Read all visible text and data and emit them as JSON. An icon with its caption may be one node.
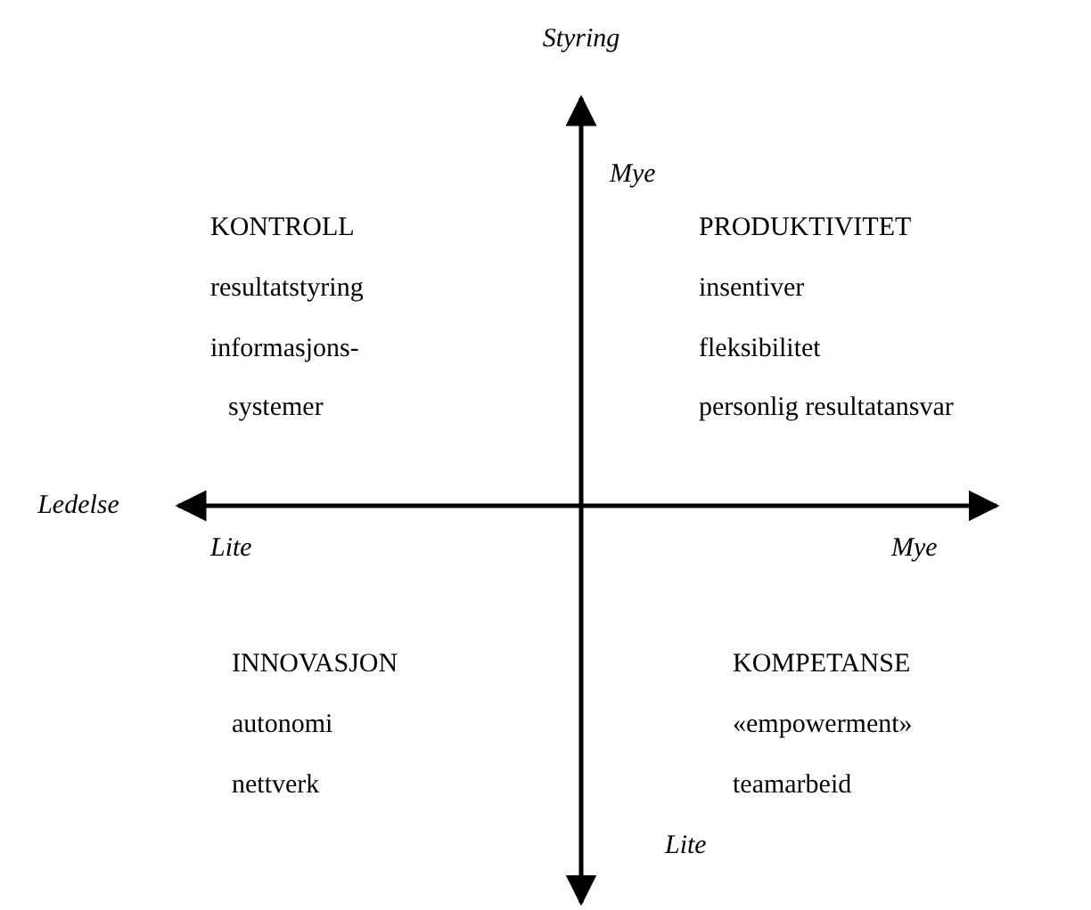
{
  "diagram": {
    "labels": [
      "Styring",
      "Mye",
      "KONTROLL",
      "PRODUKTIVITET",
      "resultatstyring",
      "insentiver",
      "informasjons- systemer",
      "fleksibilitet",
      "personlig resultatansvar",
      "Ledelse",
      "Lite",
      "Mye",
      "INNOVASJON",
      "KOMPETANSE",
      "autonomi",
      "«empowerment»",
      "nettverk",
      "teamarbeid",
      "Lite"
    ]
  }
}
